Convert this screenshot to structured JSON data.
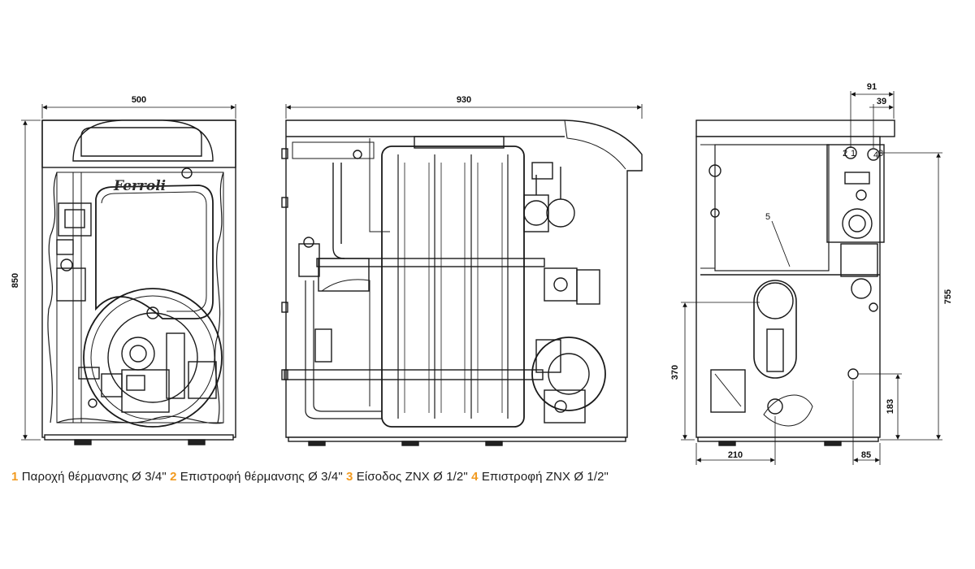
{
  "brand_logo": "Ferroli",
  "dimensions": {
    "front_width": "500",
    "front_height": "850",
    "side_width": "930",
    "rear_top_outer": "91",
    "rear_top_inner": "39",
    "rear_height": "755",
    "rear_left_height": "370",
    "rear_bottom_right_height": "183",
    "rear_bottom_left_width": "210",
    "rear_bottom_right_width": "85"
  },
  "callouts": [
    "1",
    "2",
    "3",
    "4",
    "5"
  ],
  "legend": [
    {
      "num": "1",
      "text": "Παροχή θέρμανσης Ø 3/4\""
    },
    {
      "num": "2",
      "text": "Επιστροφή θέρμανσης Ø 3/4\""
    },
    {
      "num": "3",
      "text": "Είσοδος ΖΝΧ Ø 1/2\""
    },
    {
      "num": "4",
      "text": "Επιστροφή ΖΝΧ Ø 1/2\""
    }
  ],
  "colors": {
    "accent_number": "#f29a1f",
    "line": "#1a1a1a"
  }
}
